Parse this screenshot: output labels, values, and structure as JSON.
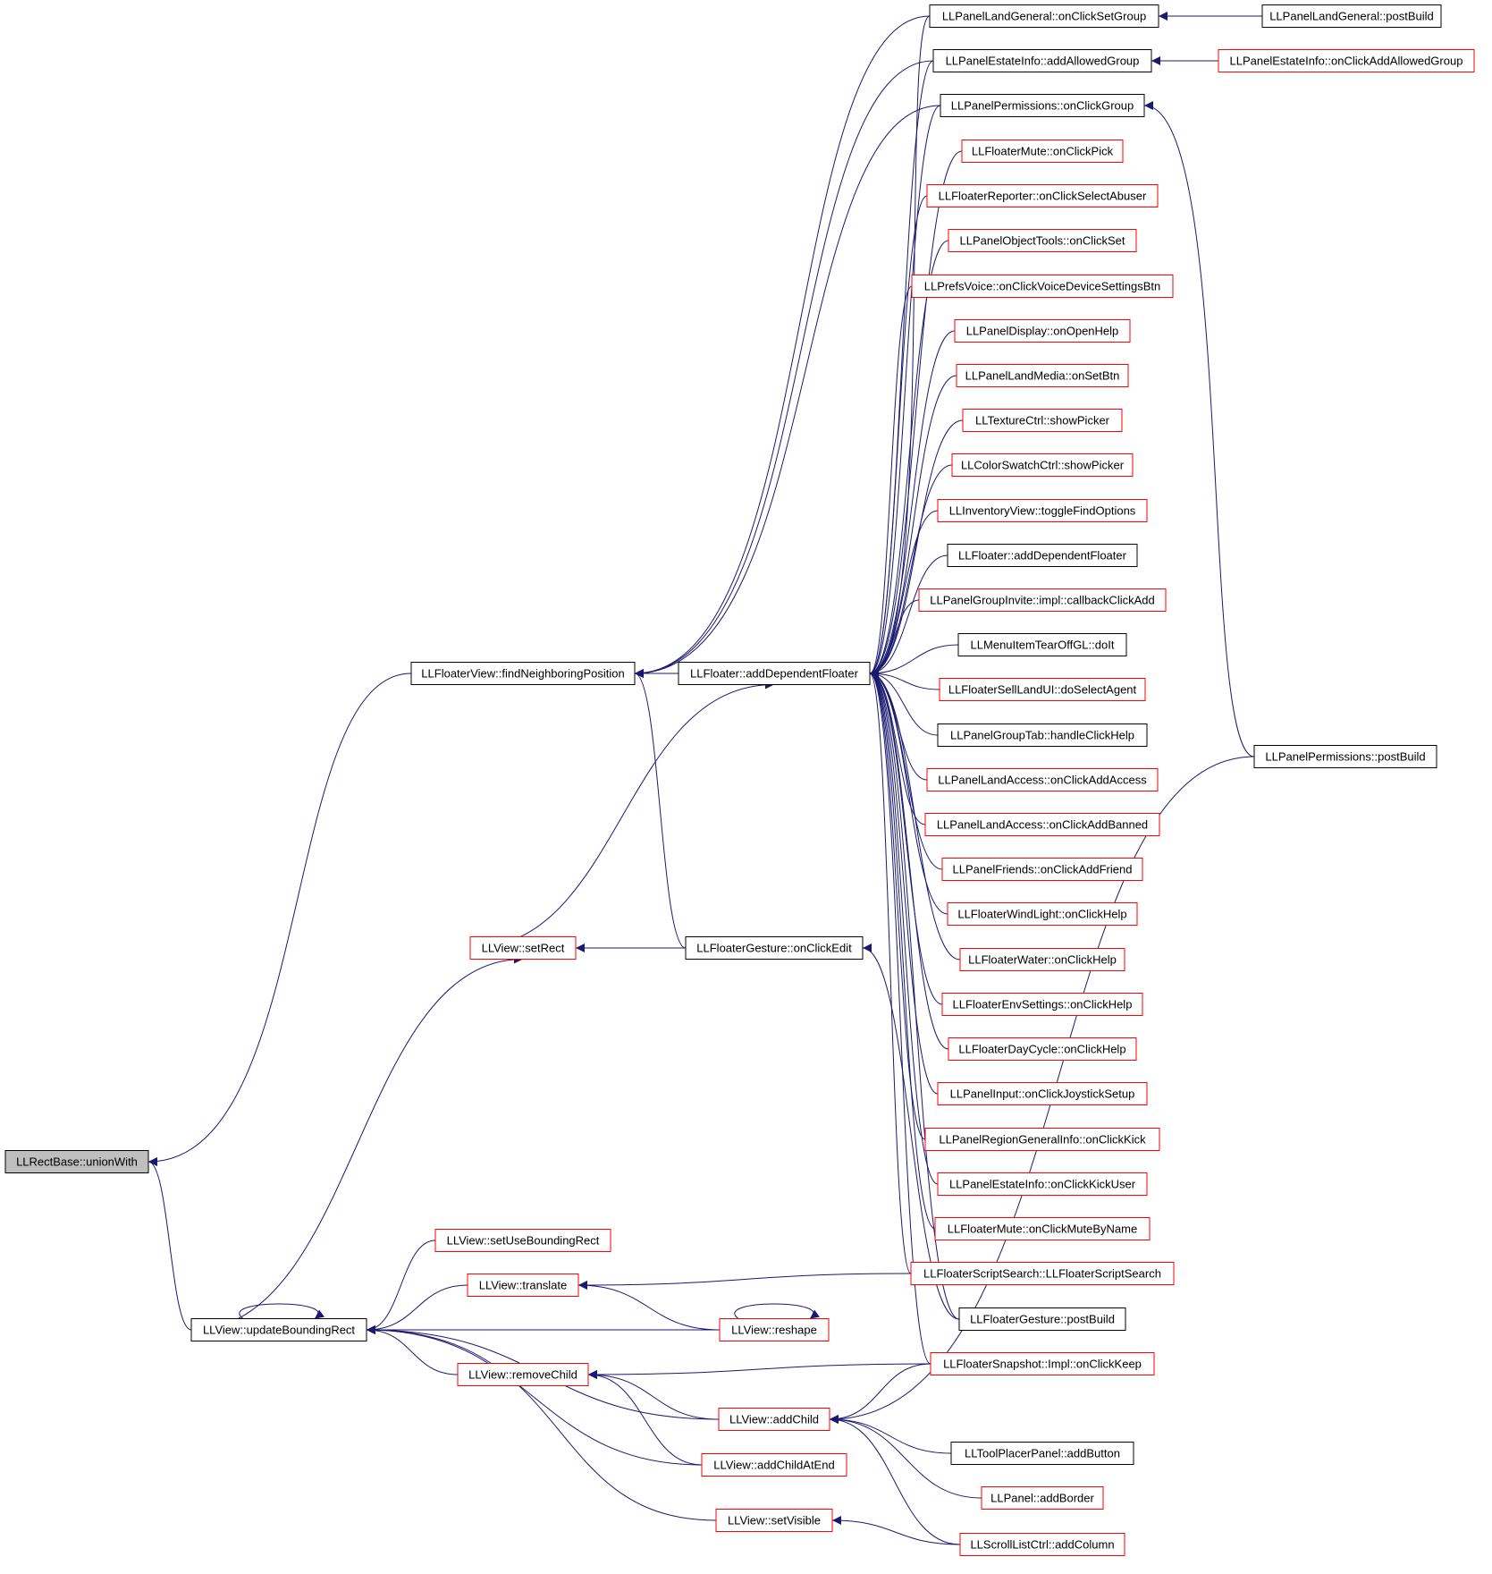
{
  "colors": {
    "edge": "#191970",
    "border_normal": "#000000",
    "border_truncated": "#ff0000",
    "fill_normal": "#ffffff",
    "fill_root": "#bfbfbf",
    "text": "#000000"
  },
  "nodes": [
    {
      "id": "n0",
      "label": "LLRectBase::unionWith",
      "kind": "root"
    },
    {
      "id": "n1",
      "label": "LLFloaterView::findNeighboringPosition",
      "kind": "normal"
    },
    {
      "id": "n2",
      "label": "LLFloater::addDependentFloater",
      "kind": "normal"
    },
    {
      "id": "n3",
      "label": "LLPanelLandGeneral::onClickSetGroup",
      "kind": "normal"
    },
    {
      "id": "n4",
      "label": "LLPanelLandGeneral::postBuild",
      "kind": "normal"
    },
    {
      "id": "n5",
      "label": "LLPanelEstateInfo::addAllowedGroup",
      "kind": "normal"
    },
    {
      "id": "n6",
      "label": "LLPanelEstateInfo::onClickAddAllowedGroup",
      "kind": "truncated"
    },
    {
      "id": "n7",
      "label": "LLPanelPermissions::onClickGroup",
      "kind": "normal"
    },
    {
      "id": "n8",
      "label": "LLPanelPermissions::postBuild",
      "kind": "normal"
    },
    {
      "id": "n9",
      "label": "LLFloaterMute::onClickPick",
      "kind": "truncated"
    },
    {
      "id": "n10",
      "label": "LLFloaterReporter::onClickSelectAbuser",
      "kind": "truncated"
    },
    {
      "id": "n11",
      "label": "LLPanelObjectTools::onClickSet",
      "kind": "truncated"
    },
    {
      "id": "n12",
      "label": "LLPrefsVoice::onClickVoiceDeviceSettingsBtn",
      "kind": "truncated"
    },
    {
      "id": "n13",
      "label": "LLPanelDisplay::onOpenHelp",
      "kind": "truncated"
    },
    {
      "id": "n14",
      "label": "LLPanelLandMedia::onSetBtn",
      "kind": "truncated"
    },
    {
      "id": "n15",
      "label": "LLTextureCtrl::showPicker",
      "kind": "truncated"
    },
    {
      "id": "n16",
      "label": "LLColorSwatchCtrl::showPicker",
      "kind": "truncated"
    },
    {
      "id": "n17",
      "label": "LLInventoryView::toggleFindOptions",
      "kind": "truncated"
    },
    {
      "id": "n18",
      "label": "LLFloater::addDependentFloater",
      "kind": "normal"
    },
    {
      "id": "n19",
      "label": "LLPanelGroupInvite::impl::callbackClickAdd",
      "kind": "truncated"
    },
    {
      "id": "n20",
      "label": "LLMenuItemTearOffGL::doIt",
      "kind": "normal"
    },
    {
      "id": "n21",
      "label": "LLFloaterSellLandUI::doSelectAgent",
      "kind": "truncated"
    },
    {
      "id": "n22",
      "label": "LLPanelGroupTab::handleClickHelp",
      "kind": "normal"
    },
    {
      "id": "n23",
      "label": "LLPanelLandAccess::onClickAddAccess",
      "kind": "truncated"
    },
    {
      "id": "n24",
      "label": "LLPanelLandAccess::onClickAddBanned",
      "kind": "truncated"
    },
    {
      "id": "n25",
      "label": "LLPanelFriends::onClickAddFriend",
      "kind": "truncated"
    },
    {
      "id": "n26",
      "label": "LLFloaterWindLight::onClickHelp",
      "kind": "truncated"
    },
    {
      "id": "n27",
      "label": "LLFloaterWater::onClickHelp",
      "kind": "truncated"
    },
    {
      "id": "n28",
      "label": "LLFloaterEnvSettings::onClickHelp",
      "kind": "truncated"
    },
    {
      "id": "n29",
      "label": "LLFloaterDayCycle::onClickHelp",
      "kind": "truncated"
    },
    {
      "id": "n30",
      "label": "LLPanelInput::onClickJoystickSetup",
      "kind": "truncated"
    },
    {
      "id": "n31",
      "label": "LLPanelRegionGeneralInfo::onClickKick",
      "kind": "truncated"
    },
    {
      "id": "n32",
      "label": "LLPanelEstateInfo::onClickKickUser",
      "kind": "truncated"
    },
    {
      "id": "n33",
      "label": "LLFloaterMute::onClickMuteByName",
      "kind": "truncated"
    },
    {
      "id": "n34",
      "label": "LLFloaterScriptSearch::LLFloaterScriptSearch",
      "kind": "truncated"
    },
    {
      "id": "n35",
      "label": "LLFloaterGesture::postBuild",
      "kind": "normal"
    },
    {
      "id": "n36",
      "label": "LLFloaterSnapshot::Impl::onClickKeep",
      "kind": "truncated"
    },
    {
      "id": "n37",
      "label": "LLView::setRect",
      "kind": "truncated"
    },
    {
      "id": "n38",
      "label": "LLFloaterGesture::onClickEdit",
      "kind": "normal"
    },
    {
      "id": "n39",
      "label": "LLView::updateBoundingRect",
      "kind": "normal"
    },
    {
      "id": "n40",
      "label": "LLView::setUseBoundingRect",
      "kind": "truncated"
    },
    {
      "id": "n41",
      "label": "LLView::translate",
      "kind": "truncated"
    },
    {
      "id": "n42",
      "label": "LLView::reshape",
      "kind": "truncated"
    },
    {
      "id": "n43",
      "label": "LLView::removeChild",
      "kind": "truncated"
    },
    {
      "id": "n44",
      "label": "LLView::addChild",
      "kind": "truncated"
    },
    {
      "id": "n45",
      "label": "LLView::addChildAtEnd",
      "kind": "truncated"
    },
    {
      "id": "n46",
      "label": "LLView::setVisible",
      "kind": "truncated"
    },
    {
      "id": "n47",
      "label": "LLToolPlacerPanel::addButton",
      "kind": "normal"
    },
    {
      "id": "n48",
      "label": "LLPanel::addBorder",
      "kind": "truncated"
    },
    {
      "id": "n49",
      "label": "LLScrollListCtrl::addColumn",
      "kind": "truncated"
    }
  ],
  "edges": [
    {
      "from": "n1",
      "to": "n0"
    },
    {
      "from": "n39",
      "to": "n0"
    },
    {
      "from": "n3",
      "to": "n1"
    },
    {
      "from": "n5",
      "to": "n1"
    },
    {
      "from": "n2",
      "to": "n1"
    },
    {
      "from": "n38",
      "to": "n1"
    },
    {
      "from": "n7",
      "to": "n1"
    },
    {
      "from": "n4",
      "to": "n3"
    },
    {
      "from": "n6",
      "to": "n5"
    },
    {
      "from": "n8",
      "to": "n7"
    },
    {
      "from": "n3",
      "to": "n2"
    },
    {
      "from": "n5",
      "to": "n2"
    },
    {
      "from": "n7",
      "to": "n2"
    },
    {
      "from": "n9",
      "to": "n2"
    },
    {
      "from": "n10",
      "to": "n2"
    },
    {
      "from": "n11",
      "to": "n2"
    },
    {
      "from": "n12",
      "to": "n2"
    },
    {
      "from": "n13",
      "to": "n2"
    },
    {
      "from": "n14",
      "to": "n2"
    },
    {
      "from": "n15",
      "to": "n2"
    },
    {
      "from": "n16",
      "to": "n2"
    },
    {
      "from": "n17",
      "to": "n2"
    },
    {
      "from": "n18",
      "to": "n2"
    },
    {
      "from": "n19",
      "to": "n2"
    },
    {
      "from": "n20",
      "to": "n2"
    },
    {
      "from": "n21",
      "to": "n2"
    },
    {
      "from": "n22",
      "to": "n2"
    },
    {
      "from": "n23",
      "to": "n2"
    },
    {
      "from": "n24",
      "to": "n2"
    },
    {
      "from": "n25",
      "to": "n2"
    },
    {
      "from": "n26",
      "to": "n2"
    },
    {
      "from": "n27",
      "to": "n2"
    },
    {
      "from": "n28",
      "to": "n2"
    },
    {
      "from": "n29",
      "to": "n2"
    },
    {
      "from": "n30",
      "to": "n2"
    },
    {
      "from": "n31",
      "to": "n2"
    },
    {
      "from": "n32",
      "to": "n2"
    },
    {
      "from": "n33",
      "to": "n2"
    },
    {
      "from": "n34",
      "to": "n2"
    },
    {
      "from": "n35",
      "to": "n2"
    },
    {
      "from": "n36",
      "to": "n2"
    },
    {
      "from": "n37",
      "to": "n2"
    },
    {
      "from": "n38",
      "to": "n37"
    },
    {
      "from": "n35",
      "to": "n38"
    },
    {
      "from": "n39",
      "to": "n37"
    },
    {
      "from": "n39",
      "to": "n39"
    },
    {
      "from": "n40",
      "to": "n39"
    },
    {
      "from": "n41",
      "to": "n39"
    },
    {
      "from": "n42",
      "to": "n39"
    },
    {
      "from": "n43",
      "to": "n39"
    },
    {
      "from": "n44",
      "to": "n39"
    },
    {
      "from": "n45",
      "to": "n39"
    },
    {
      "from": "n46",
      "to": "n39"
    },
    {
      "from": "n34",
      "to": "n41"
    },
    {
      "from": "n42",
      "to": "n41"
    },
    {
      "from": "n42",
      "to": "n42"
    },
    {
      "from": "n36",
      "to": "n43"
    },
    {
      "from": "n44",
      "to": "n43"
    },
    {
      "from": "n45",
      "to": "n43"
    },
    {
      "from": "n36",
      "to": "n44"
    },
    {
      "from": "n8",
      "to": "n44"
    },
    {
      "from": "n47",
      "to": "n44"
    },
    {
      "from": "n48",
      "to": "n44"
    },
    {
      "from": "n49",
      "to": "n44"
    },
    {
      "from": "n49",
      "to": "n46"
    }
  ]
}
